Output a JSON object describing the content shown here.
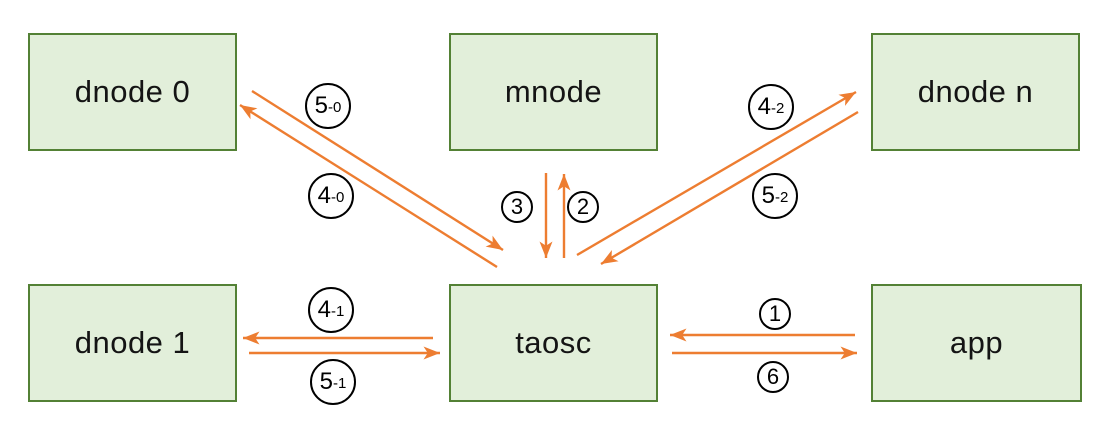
{
  "colors": {
    "background": "#ffffff",
    "node_fill": "#e2efda",
    "node_border": "#538135",
    "node_text": "#141414",
    "arrow_color": "#ed7d31",
    "badge_border": "#000000",
    "badge_text": "#000000"
  },
  "nodes": {
    "dnode0": {
      "label": "dnode 0"
    },
    "mnode": {
      "label": "mnode"
    },
    "dnoden": {
      "label": "dnode n"
    },
    "dnode1": {
      "label": "dnode 1"
    },
    "taosc": {
      "label": "taosc"
    },
    "app": {
      "label": "app"
    }
  },
  "flows": {
    "f1": {
      "label": "1",
      "main": "1",
      "suffix": "",
      "from": "app",
      "to": "taosc"
    },
    "f2": {
      "label": "2",
      "main": "2",
      "suffix": "",
      "from": "taosc",
      "to": "mnode"
    },
    "f3": {
      "label": "3",
      "main": "3",
      "suffix": "",
      "from": "mnode",
      "to": "taosc"
    },
    "f40": {
      "label": "4-0",
      "main": "4",
      "suffix": "-0",
      "from": "taosc",
      "to": "dnode0"
    },
    "f50": {
      "label": "5-0",
      "main": "5",
      "suffix": "-0",
      "from": "dnode0",
      "to": "taosc"
    },
    "f41": {
      "label": "4-1",
      "main": "4",
      "suffix": "-1",
      "from": "taosc",
      "to": "dnode1"
    },
    "f51": {
      "label": "5-1",
      "main": "5",
      "suffix": "-1",
      "from": "dnode1",
      "to": "taosc"
    },
    "f42": {
      "label": "4-2",
      "main": "4",
      "suffix": "-2",
      "from": "taosc",
      "to": "dnoden"
    },
    "f52": {
      "label": "5-2",
      "main": "5",
      "suffix": "-2",
      "from": "dnoden",
      "to": "taosc"
    },
    "f6": {
      "label": "6",
      "main": "6",
      "suffix": "",
      "from": "taosc",
      "to": "app"
    }
  }
}
